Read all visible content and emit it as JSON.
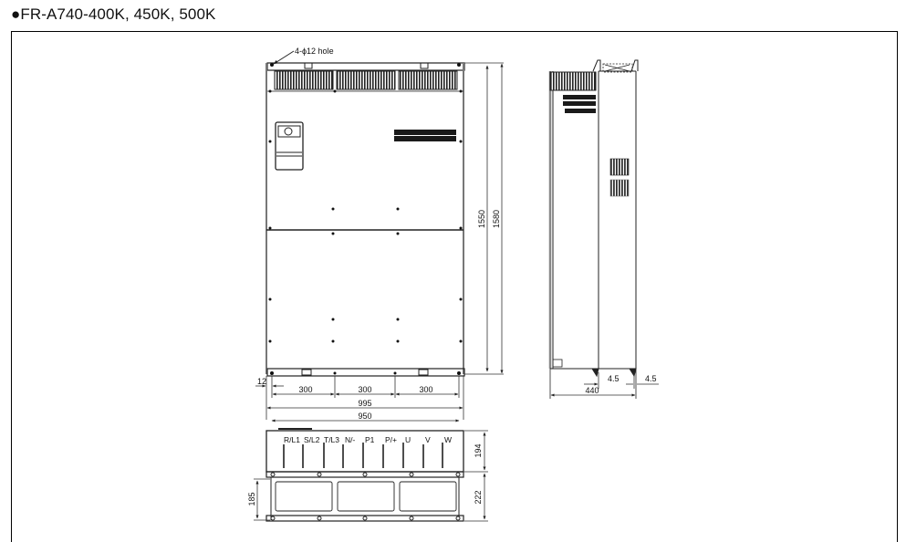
{
  "title": "●FR-A740-400K, 450K, 500K",
  "front_view": {
    "hole_callout": "4-ϕ12 hole",
    "dim_height_inner": "1550",
    "dim_height_outer": "1580",
    "dim_edge_offset": "12",
    "dim_pitch_1": "300",
    "dim_pitch_2": "300",
    "dim_pitch_3": "300",
    "dim_width_overall": "995",
    "dim_width_mount": "950"
  },
  "side_view": {
    "dim_depth": "440",
    "dim_foot_1": "4.5",
    "dim_foot_2": "4.5"
  },
  "bottom_view": {
    "terminals": [
      "R/L1",
      "S/L2",
      "T/L3",
      "N/-",
      "P1",
      "P/+",
      "U",
      "V",
      "W"
    ],
    "dim_terminal_height": "194",
    "dim_duct_height": "222",
    "dim_duct_inner": "185"
  },
  "colors": {
    "line": "#111111",
    "dim_line": "#333333",
    "fill_dark": "#1a1a1a"
  }
}
